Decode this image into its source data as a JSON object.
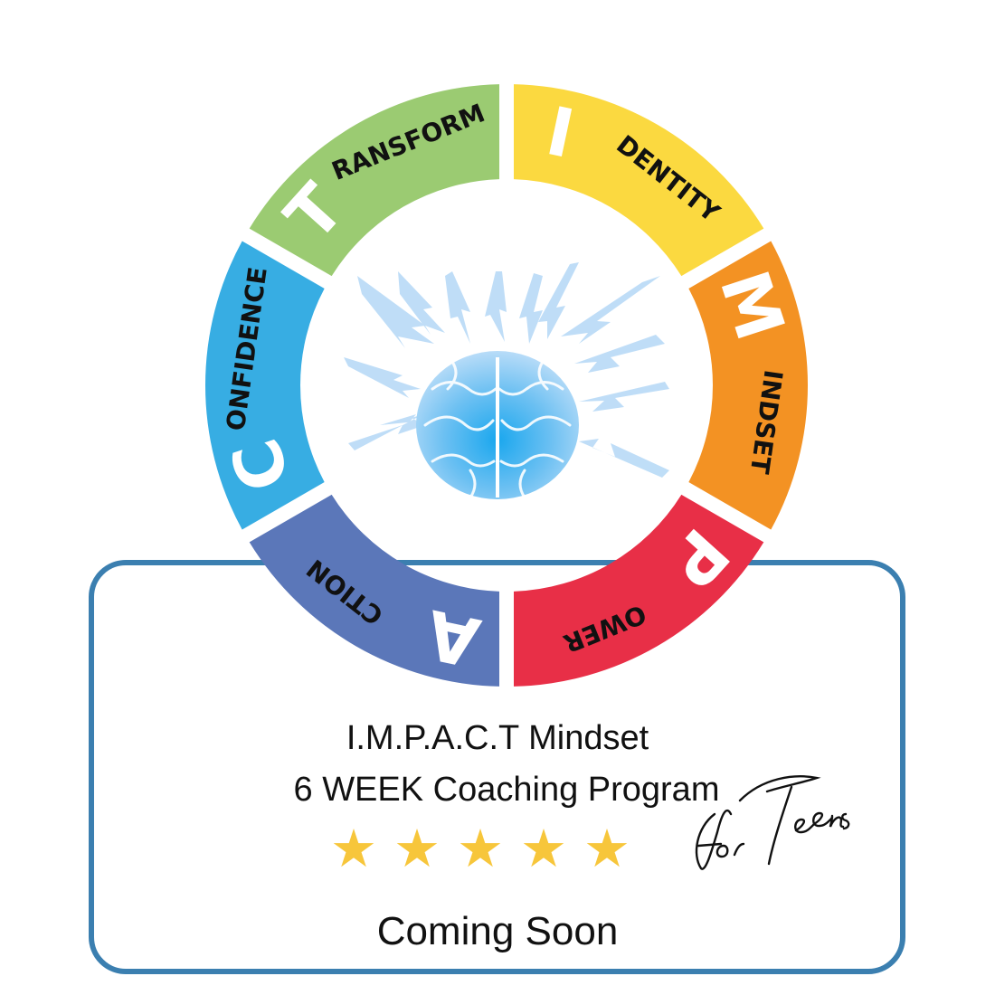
{
  "wheel": {
    "segments": [
      {
        "id": "identity",
        "initial": "I",
        "rest": "DENTITY",
        "color": "#fbd940"
      },
      {
        "id": "mindset",
        "initial": "M",
        "rest": "INDSET",
        "color": "#f39223"
      },
      {
        "id": "power",
        "initial": "P",
        "rest": "OWER",
        "color": "#e82f47"
      },
      {
        "id": "action",
        "initial": "A",
        "rest": "CTION",
        "color": "#5b77b9"
      },
      {
        "id": "confidence",
        "initial": "C",
        "rest": "ONFIDENCE",
        "color": "#37ade3"
      },
      {
        "id": "transform",
        "initial": "T",
        "rest": "RANSFORM",
        "color": "#9bcb72"
      }
    ]
  },
  "card": {
    "title": "I.M.P.A.C.T Mindset",
    "subtitle": "6 WEEK Coaching Program",
    "script_note": "for Teens",
    "rating": 5,
    "star_color": "#f7c63b",
    "border_color": "#3b7fb0",
    "status": "Coming Soon"
  }
}
